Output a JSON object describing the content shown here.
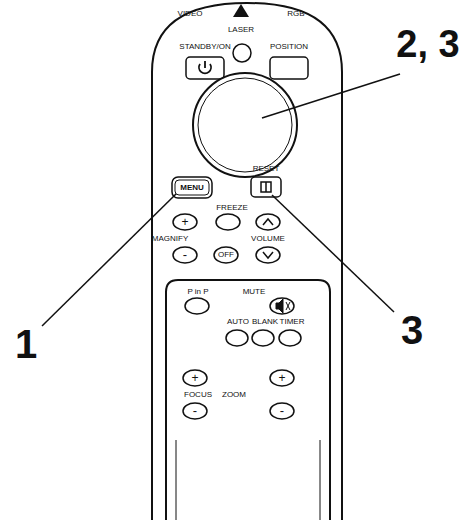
{
  "diagram": {
    "labels": [
      "VIDEO",
      "LASER",
      "RGB",
      "STANDBY/ON",
      "POSITION",
      "2, 3",
      "RESET",
      "MENU",
      "1",
      "3",
      "FREEZE",
      "+",
      "MAGNIFY",
      "VOLUME",
      "-",
      "OFF",
      "P in P",
      "MUTE",
      "AUTO",
      "BLANK",
      "TIMER",
      "FOCUS",
      "ZOOM",
      "+",
      "-",
      "+",
      "-"
    ]
  }
}
